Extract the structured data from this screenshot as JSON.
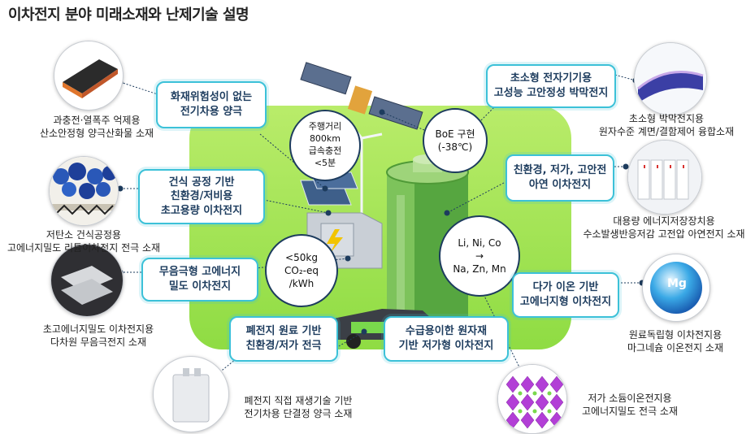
{
  "title": "이차전지 분야 미래소재와 난제기술 설명",
  "center": {
    "c1": "주행거리\n800km\n급속충전\n<5분",
    "c2": "BoE 구현\n(-38℃)",
    "c3": "<50kg\nCO₂-eq\n/kWh",
    "c4": "Li, Ni, Co\n→\nNa, Zn, Mn"
  },
  "boxes": {
    "b1": "화재위험성이 없는\n전기차용 양극",
    "b2": "건식 공정 기반\n친환경/저비용\n초고용량 이차전지",
    "b3": "무음극형 고에너지\n밀도 이차전지",
    "b4": "폐전지 원료 기반\n친환경/저가 전극",
    "b5": "수급용이한 원자재\n기반 저가형 이차전지",
    "b6": "초소형 전자기기용\n고성능 고안정성 박막전지",
    "b7": "친환경, 저가, 고안전\n아연 이차전지",
    "b8": "다가 이온 기반\n고에너지형 이차전지"
  },
  "captions": {
    "l1": "과충전·열폭주 억제용\n산소안정형 양극산화물 소재",
    "l2": "저탄소 건식공정용\n고에너지밀도 리튬이차전지 전극 소재",
    "l3": "초고에너지밀도 이차전지용\n다차원 무음극전지 소재",
    "l4": "폐전지 직접 재생기술 기반\n전기차용 단결정 양극 소재",
    "r1": "초소형 박막전지용\n원자수준 계면/결함제어 융합소재",
    "r2": "대용량 에너지저장장치용\n수소발생반응저감 고전압 아연전지 소재",
    "r3": "원료독립형 이차전지용\n마그네슘 이온전지 소재",
    "r4": "저가 소듐이온전지용\n고에너지밀도 전극 소재"
  },
  "mg_label": "Mg",
  "colors": {
    "accent": "#3cc1d8",
    "text_dark": "#1d3c5e",
    "panel_green": "#9be04f"
  }
}
